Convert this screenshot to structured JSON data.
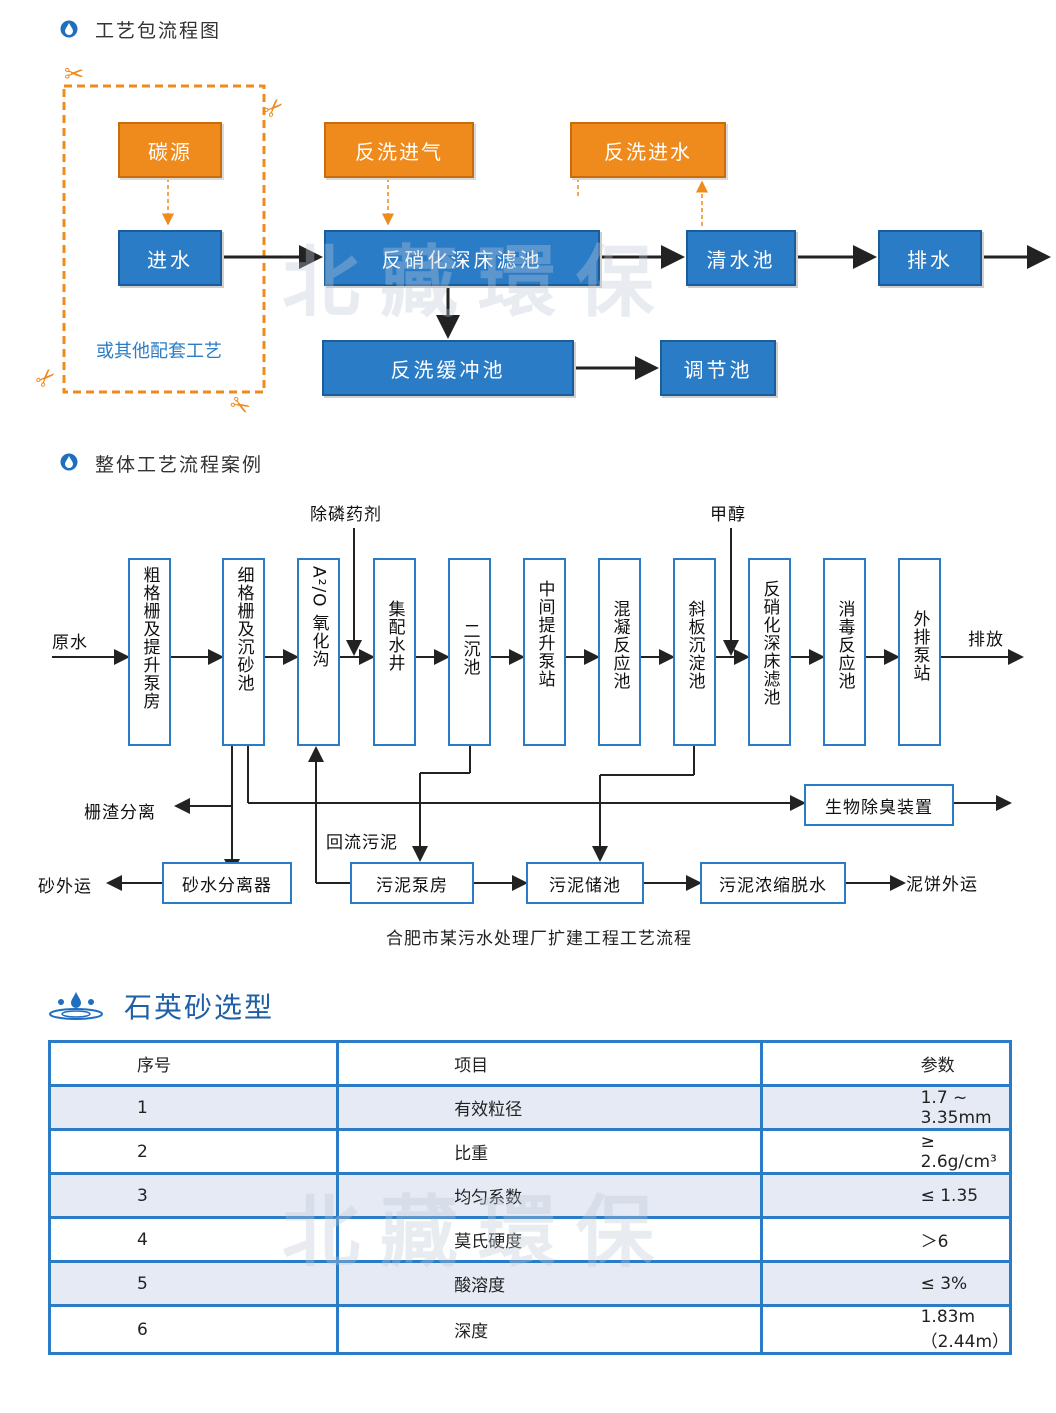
{
  "section1": {
    "title": "工艺包流程图"
  },
  "pkg": {
    "carbon": "碳源",
    "backwash_air": "反洗进气",
    "backwash_water": "反洗进水",
    "inlet": "进水",
    "denitrification": "反硝化深床滤池",
    "clear_pool": "清水池",
    "drain": "排水",
    "buffer_pool": "反洗缓冲池",
    "adjust_pool": "调节池",
    "other": "或其他配套工艺"
  },
  "section2": {
    "title": "整体工艺流程案例"
  },
  "flow": {
    "raw_water": "原水",
    "discharge": "排放",
    "phos_agent": "除磷药剂",
    "methanol": "甲醇",
    "units": [
      "粗格栅及提升泵房",
      "细格栅及沉砂池",
      "A²/O 氧化沟",
      "集配水井",
      "二沉池",
      "中间提升泵站",
      "混凝反应池",
      "斜板沉淀池",
      "反硝化深床滤池",
      "消毒反应池",
      "外排泵站"
    ],
    "screen_sep": "栅渣分离",
    "sand_out": "砂外运",
    "sand_water_sep": "砂水分离器",
    "return_sludge": "回流污泥",
    "sludge_pump": "污泥泵房",
    "sludge_store": "污泥储池",
    "sludge_dewater": "污泥浓缩脱水",
    "cake_out": "泥饼外运",
    "deodor": "生物除臭装置",
    "caption": "合肥市某污水处理厂扩建工程工艺流程"
  },
  "section3": {
    "title": "石英砂选型"
  },
  "table": {
    "headers": [
      "序号",
      "项目",
      "参数"
    ],
    "rows": [
      [
        "1",
        "有效粒径",
        "1.7 ~  3.35mm"
      ],
      [
        "2",
        "比重",
        "≥ 2.6g/cm³"
      ],
      [
        "3",
        "均匀系数",
        "≤ 1.35"
      ],
      [
        "4",
        "莫氏硬度",
        "＞6"
      ],
      [
        "5",
        "酸溶度",
        "≤ 3%"
      ],
      [
        "6",
        "深度",
        "1.83m（2.44m）"
      ]
    ]
  },
  "watermark": "北藏環保",
  "colors": {
    "orange": "#ef8a1c",
    "blue": "#2a7cc6",
    "row_alt": "#e5eaf4"
  },
  "icons": [
    "water-drop-icon",
    "scissors-icon",
    "water-splash-icon"
  ]
}
